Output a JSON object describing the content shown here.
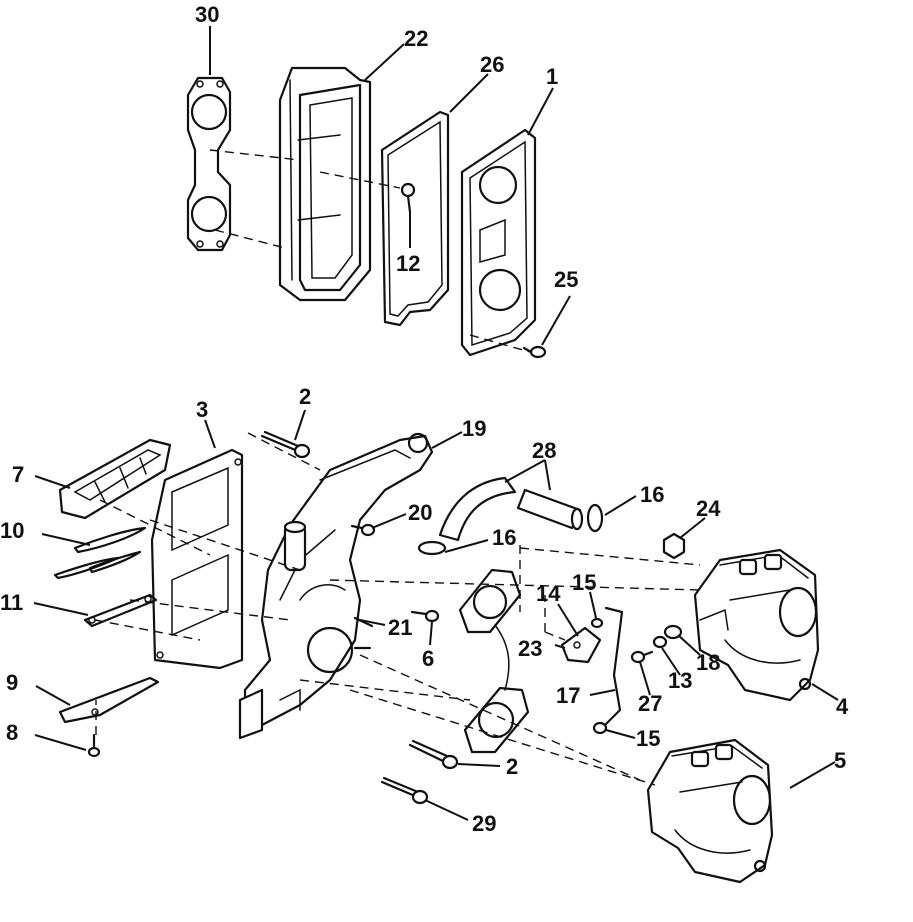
{
  "callouts": {
    "c30": "30",
    "c22": "22",
    "c26": "26",
    "c1": "1",
    "c12": "12",
    "c25": "25",
    "c2_top": "2",
    "c3": "3",
    "c19": "19",
    "c28": "28",
    "c7": "7",
    "c16_a": "16",
    "c24": "24",
    "c20": "20",
    "c10": "10",
    "c16_b": "16",
    "c15_a": "15",
    "c14": "14",
    "c11": "11",
    "c21": "21",
    "c6": "6",
    "c23": "23",
    "c18": "18",
    "c13": "13",
    "c9": "9",
    "c17": "17",
    "c27": "27",
    "c4": "4",
    "c8": "8",
    "c15_b": "15",
    "c5": "5",
    "c2_bottom": "2",
    "c29": "29"
  },
  "icons": {
    "gasket": "gasket-outline",
    "cover": "intake-cover",
    "reed": "reed-plate",
    "manifold": "intake-manifold",
    "carburetor": "carburetor",
    "screw": "screw",
    "hose": "fuel-hose",
    "clamp": "hose-clamp"
  }
}
